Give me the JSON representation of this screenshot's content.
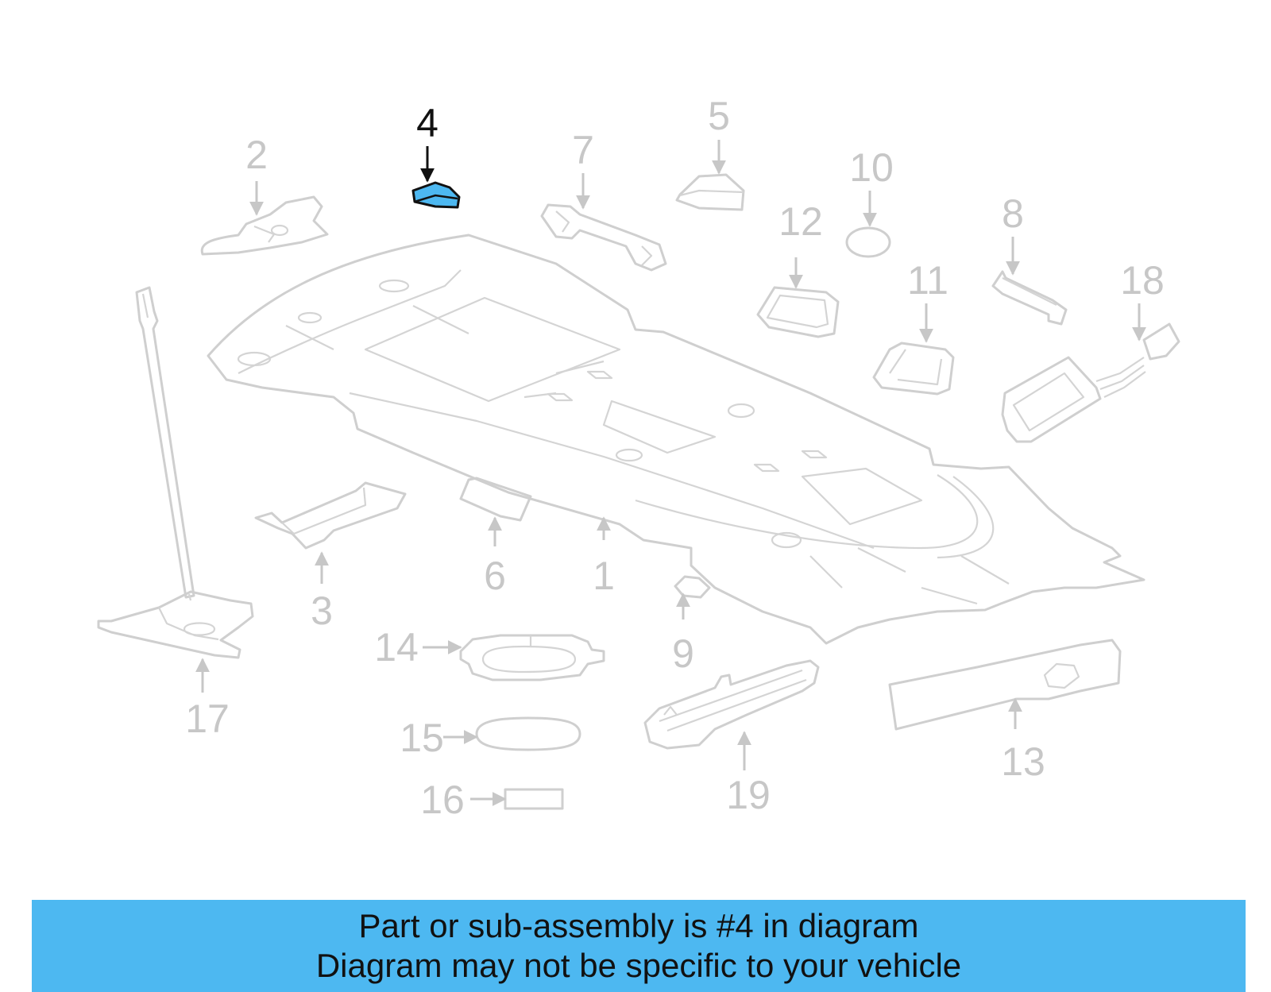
{
  "banner": {
    "line1": "Part or sub-assembly is #4 in diagram",
    "line2": "Diagram may not be specific to your vehicle"
  },
  "callouts": {
    "c1": "1",
    "c2": "2",
    "c3": "3",
    "c4": "4",
    "c5": "5",
    "c6": "6",
    "c7": "7",
    "c8": "8",
    "c9": "9",
    "c10": "10",
    "c11": "11",
    "c12": "12",
    "c13": "13",
    "c14": "14",
    "c15": "15",
    "c16": "16",
    "c17": "17",
    "c18": "18",
    "c19": "19"
  },
  "highlight": {
    "part": "4",
    "color": "#4db8f1"
  }
}
